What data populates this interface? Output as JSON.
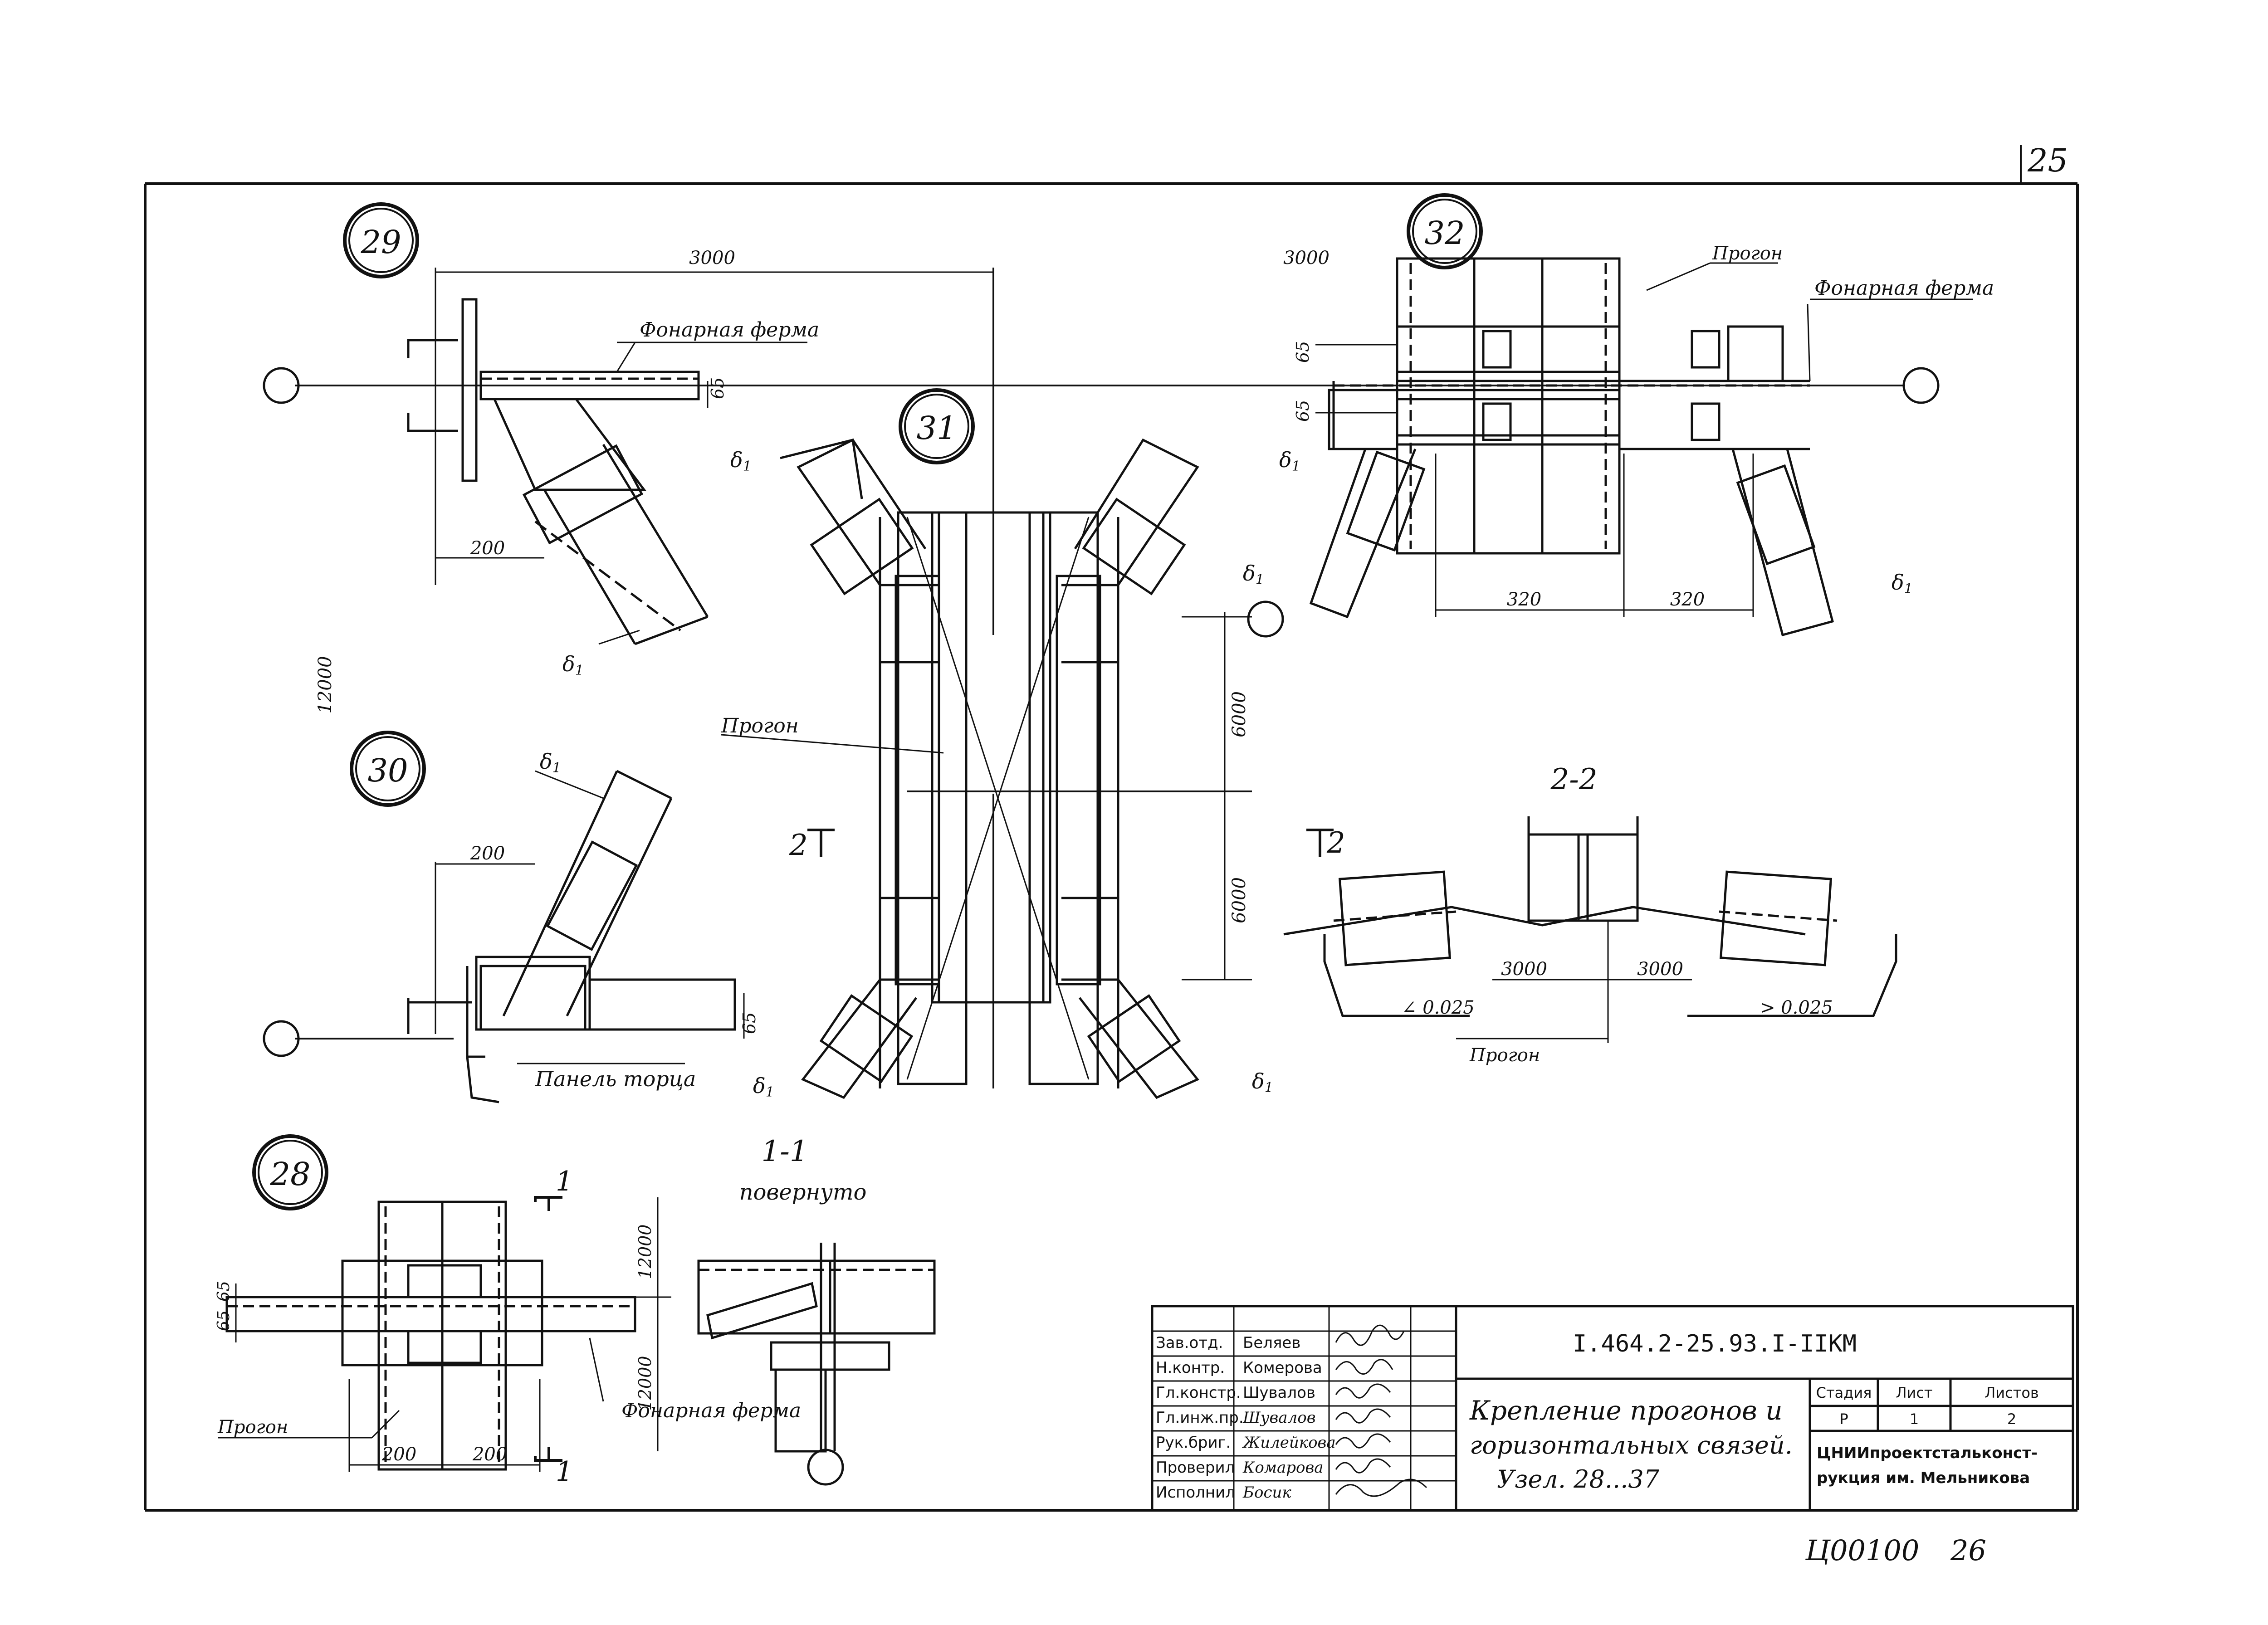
{
  "sheet": {
    "corner_number": "25",
    "designation": "I.464.2-25.93.I-IIKM",
    "archive_number": "Ц00100",
    "page_number": "26"
  },
  "nodes": {
    "n29": "29",
    "n30": "30",
    "n31": "31",
    "n32": "32",
    "n28": "28"
  },
  "labels": {
    "fonar_ferma_29": "Фонарная ферма",
    "fonar_ferma_32": "Фонарная ферма",
    "fonar_ferma_28": "Фонарная ферма",
    "progon_32": "Прогон",
    "progon_31": "Прогон",
    "progon_22": "Прогон",
    "progon_28": "Прогон",
    "panel_torca": "Панель торца",
    "delta": "δ",
    "delta_sub": "1",
    "section_11_title": "1-1",
    "section_11_sub": "повернуто",
    "section_22_title": "2-2",
    "cut2_left": "2",
    "cut2_right": "2",
    "cut1_top": "1",
    "cut1_bottom": "1"
  },
  "dimensions": {
    "d3000_left": "3000",
    "d3000_right": "3000",
    "d12000": "12000",
    "d200_29": "200",
    "d200_30": "200",
    "d65_29": "65",
    "d65_30": "65",
    "d65_32a": "65",
    "d65_32b": "65",
    "d320_left": "320",
    "d320_right": "320",
    "d6000_top": "6000",
    "d6000_bottom": "6000",
    "d3000_s22_left": "3000",
    "d3000_s22_right": "3000",
    "slope_left": "0.025",
    "slope_right": "0.025",
    "d12000_s28_top": "12000",
    "d12000_s28_bottom": "12000",
    "d200_s28_left": "200",
    "d200_s28_right": "200",
    "d65_s28_a": "65",
    "d65_s28_b": "65"
  },
  "title_block": {
    "roles": [
      "Зав.отд.",
      "Н.контр.",
      "Гл.констр.",
      "Гл.инж.пр.",
      "Рук.бриг.",
      "Проверил",
      "Исполнил"
    ],
    "names": [
      "Беляев",
      "Комерова",
      "Шувалов",
      "Шувалов",
      "Жилейкова",
      "Комарова",
      "Босик"
    ],
    "drawing_title_line1": "Крепление прогонов и",
    "drawing_title_line2": "горизонтальных связей.",
    "drawing_title_line3": "Узел. 28...37",
    "col_stage": "Стадия",
    "col_sheet": "Лист",
    "col_sheets": "Листов",
    "val_stage": "Р",
    "val_sheet": "1",
    "val_sheets": "2",
    "org_line1": "ЦНИИпроектстальконст-",
    "org_line2": "рукция им. Мельникова"
  }
}
